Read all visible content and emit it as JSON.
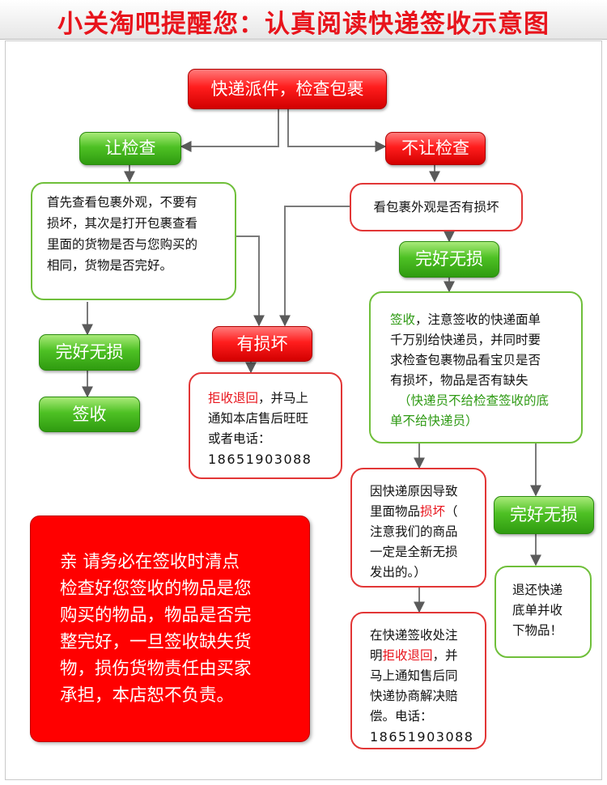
{
  "header": {
    "title": "小关淘吧提醒您：认真阅读快递签收示意图"
  },
  "nodes": {
    "start": "快递派件，检查包裹",
    "allow": "让检查",
    "deny": "不让检查",
    "allow_instructions": [
      "首先查看包裹外观，不要有",
      "损坏，其次是打开包裹查看",
      "里面的货物是否与您购买的",
      "相同，货物是否完好。"
    ],
    "allow_intact": "完好无损",
    "allow_sign": "签收",
    "damaged": "有损坏",
    "damaged_box": {
      "line1_highlight": "拒收退回",
      "line1_rest": "，并马上",
      "line2": "通知本店售后旺旺",
      "line3": "或者电话：",
      "phone": "18651903088"
    },
    "deny_check": "看包裹外观是否有损坏",
    "deny_intact": "完好无损",
    "sign_box": {
      "line1_highlight": "签收",
      "line1_rest": "，注意签收的快递面单",
      "line2": "千万别给快递员，并同时要",
      "line3": "求检查包裹物品看宝贝是否",
      "line4": "有损坏，物品是否有缺失",
      "line5": "（快递员不给检查签收的底",
      "line6": "单不给快递员）"
    },
    "internal_damage_box": {
      "line1": "因快递原因导致",
      "line2_pre": "里面物品",
      "line2_highlight": "损坏",
      "line2_post": "（",
      "line3": "注意我们的商品",
      "line4": "一定是全新无损",
      "line5": "发出的。）"
    },
    "refuse_box": {
      "line1": "在快递签收处注",
      "line2_pre": "明",
      "line2_highlight": "拒收退回",
      "line2_post": "，并",
      "line3": "马上通知售后同",
      "line4": "快递协商解决赔",
      "line5": "偿。电话：",
      "phone": "18651903088"
    },
    "final_intact": "完好无损",
    "return_box": [
      "退还快递",
      "底单并收",
      "下物品！"
    ]
  },
  "notice": [
    "亲 请务必在签收时清点",
    "检查好您签收的物品是您",
    "购买的物品，物品是否完",
    "整完好，一旦签收缺失货",
    "物，损伤货物责任由买家",
    "承担，本店恕不负责。"
  ],
  "colors": {
    "title": "#e8141c",
    "red_button": "#ff1d1d",
    "green_button": "#4ec124",
    "green_border": "#6fbf3a",
    "red_border": "#e23636",
    "connector": "#6a6a6a",
    "notice_bg": "#ff0000"
  }
}
